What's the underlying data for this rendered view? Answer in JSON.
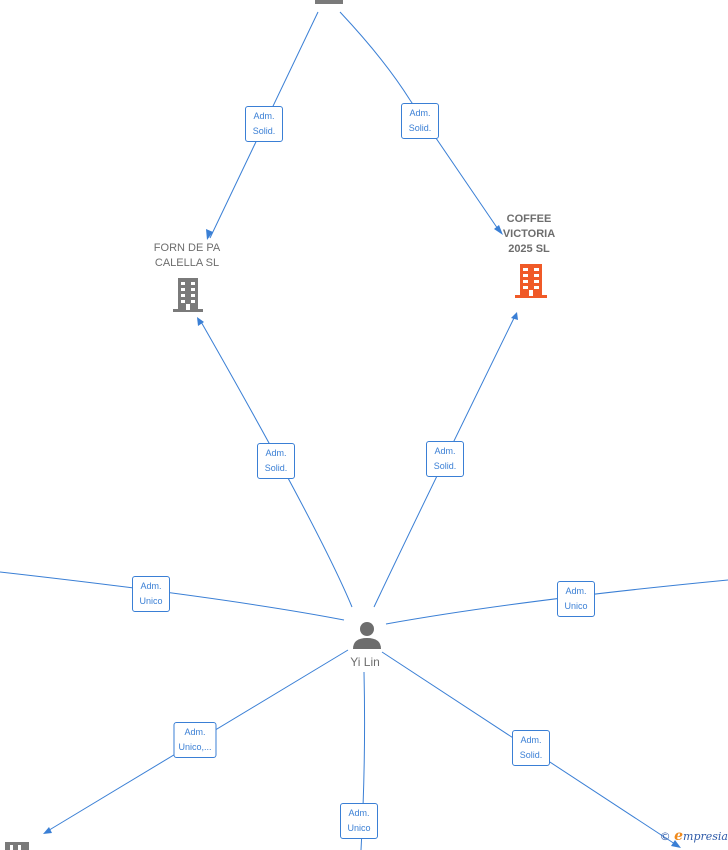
{
  "nodes": {
    "forn": {
      "name_line1": "FORN DE PA",
      "name_line2": "CALELLA  SL",
      "icon": "building-icon",
      "color": "#7a7a7a"
    },
    "coffee": {
      "name_line1": "COFFEE",
      "name_line2": "VICTORIA",
      "name_line3": "2025  SL",
      "icon": "building-icon",
      "color": "#f05a28"
    },
    "person": {
      "name": "Yi Lin",
      "icon": "person-icon",
      "color": "#6d6d6d"
    }
  },
  "edge_labels": {
    "top_to_forn": {
      "line1": "Adm.",
      "line2": "Solid."
    },
    "top_to_coffee": {
      "line1": "Adm.",
      "line2": "Solid."
    },
    "person_to_forn": {
      "line1": "Adm.",
      "line2": "Solid."
    },
    "person_to_coffee": {
      "line1": "Adm.",
      "line2": "Solid."
    },
    "person_to_left": {
      "line1": "Adm.",
      "line2": "Unico"
    },
    "person_to_right": {
      "line1": "Adm.",
      "line2": "Unico"
    },
    "person_to_bottom_left": {
      "line1": "Adm.",
      "line2": "Unico,..."
    },
    "person_to_bottom": {
      "line1": "Adm.",
      "line2": "Unico"
    },
    "person_to_bottom_right": {
      "line1": "Adm.",
      "line2": "Solid."
    }
  },
  "brand": {
    "copyright": "©",
    "e": "e",
    "rest": "mpresia"
  },
  "colors": {
    "edge": "#3a7fd5",
    "company": "#7a7a7a",
    "highlight": "#f05a28"
  }
}
